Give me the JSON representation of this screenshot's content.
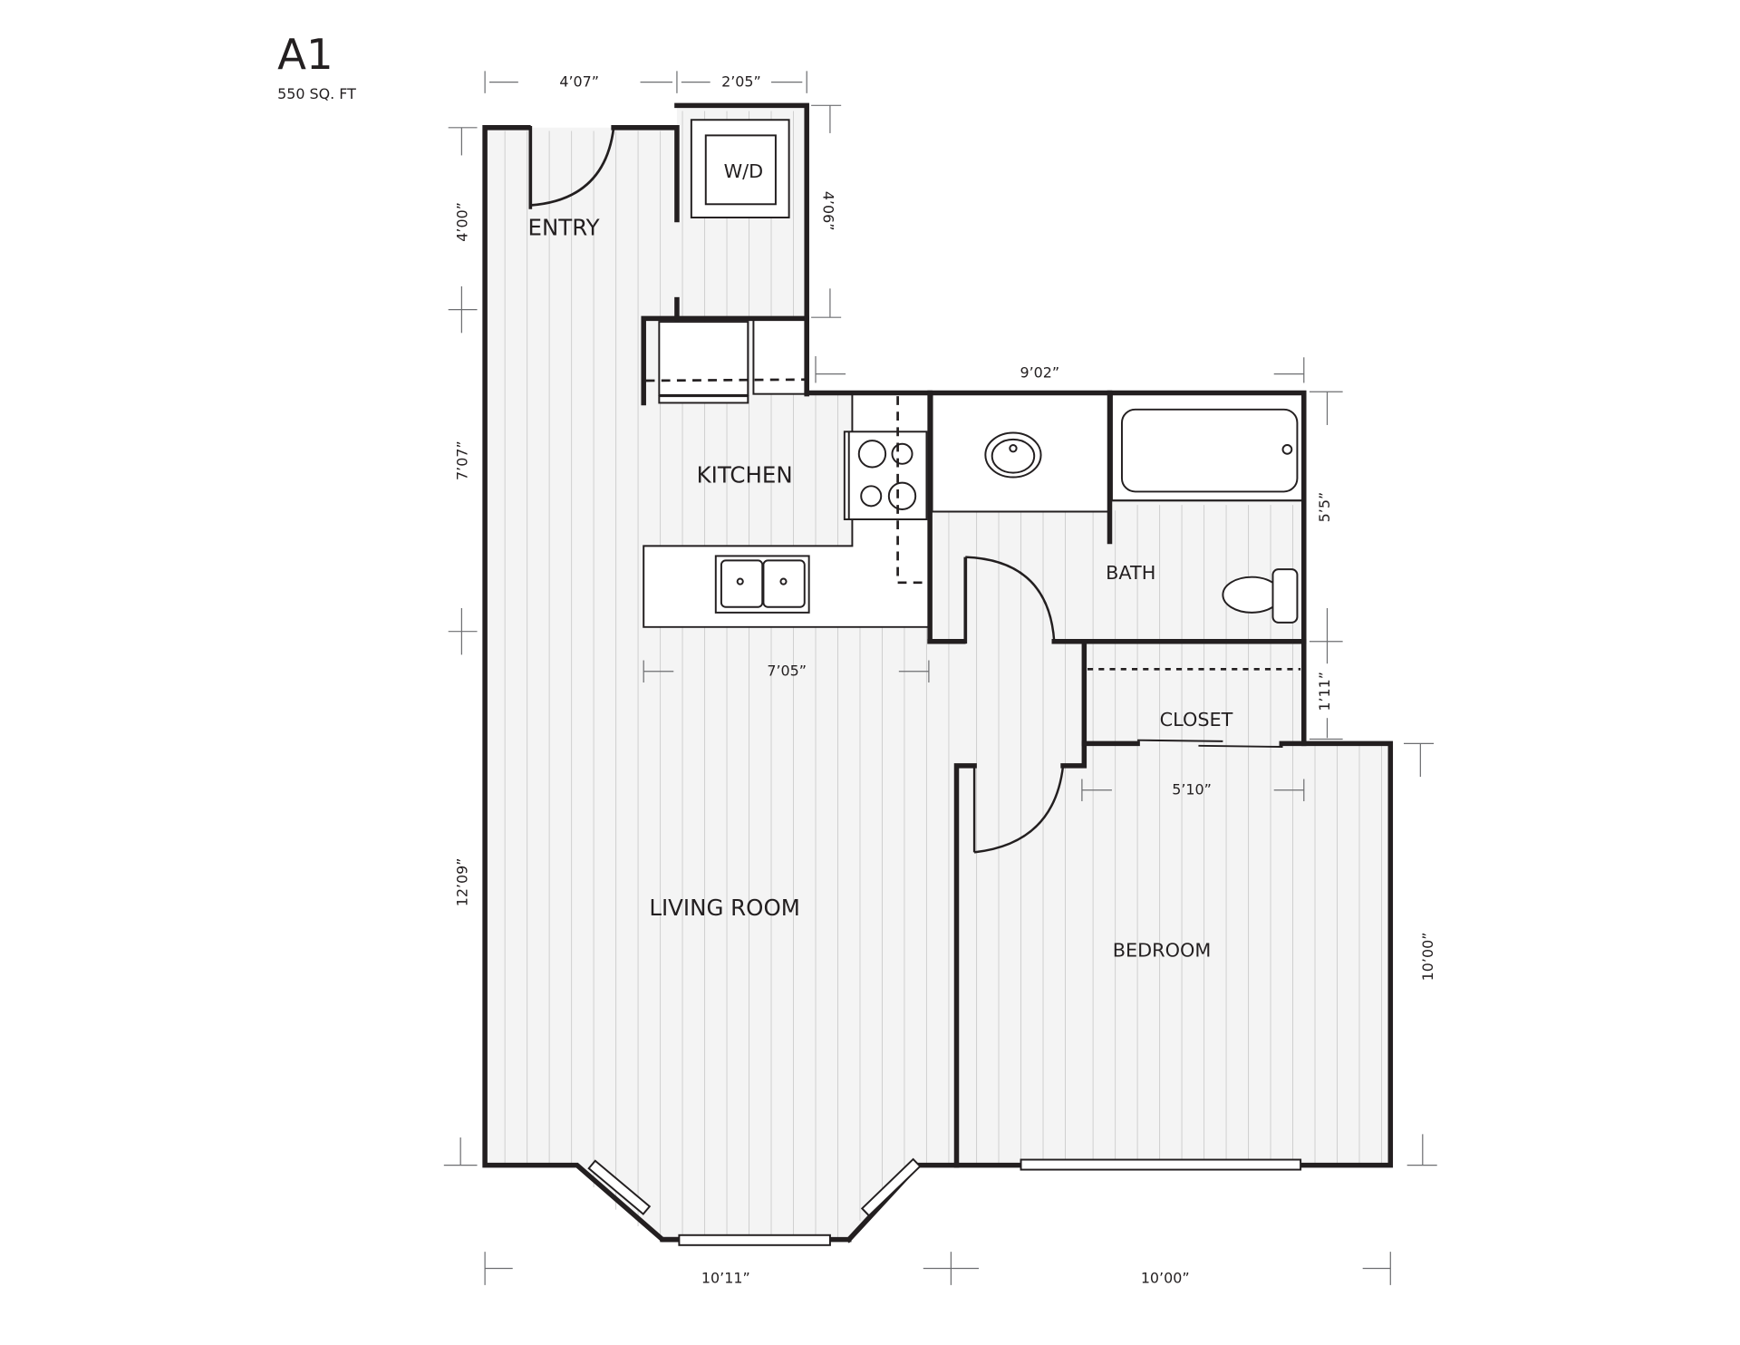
{
  "plan": {
    "unit_name": "A1",
    "area": "550 SQ. FT",
    "colors": {
      "wall": "#231f20",
      "floor": "#f4f4f4",
      "plank_line": "#cfcfcf",
      "dimension_line": "#6d6e71",
      "background": "#ffffff"
    }
  },
  "rooms": {
    "entry": "ENTRY",
    "washer_dryer": "W/D",
    "kitchen": "KITCHEN",
    "bath": "BATH",
    "closet": "CLOSET",
    "living_room": "LIVING ROOM",
    "bedroom": "BEDROOM"
  },
  "dimensions": {
    "entry_width": "4’07”",
    "wd_width": "2’05”",
    "wd_depth": "4’06”",
    "entry_depth": "4’00”",
    "kitchen_depth": "7’07”",
    "living_depth": "12’09”",
    "bath_width": "9’02”",
    "bath_depth": "5’5”",
    "kitchen_width": "7’05”",
    "closet_depth": "1’11”",
    "closet_width": "5’10”",
    "bedroom_depth": "10’00”",
    "living_width": "10’11”",
    "bedroom_width": "10’00”"
  }
}
